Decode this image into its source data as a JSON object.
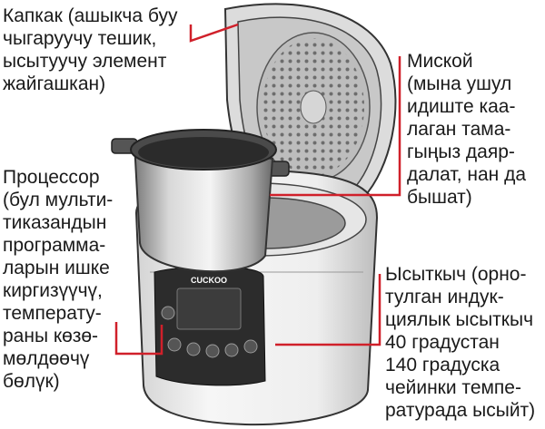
{
  "labels": {
    "lid": "Капкак (ашыкча буу\nчыгаруучу тешик,\nысытуучу элемент\nжайгашкан)",
    "bowl": "Миской\n(мына ушул\nидиште каа-\nлаган тама-\nгыңыз даяр-\nдалат, нан да\nбышат)",
    "processor": "Процессор\n(бул мульти-\nтиказандын\nпрограмма-\nларын ишке\nкиргизүүчү,\nтемперату-\nраны көзө-\nмөлдөөчү\nбөлүк)",
    "heater": "Ысыткыч (орно-\nтулган индук-\nциялык ысыткыч\n40 градустан\n140 градуска\nчейинки темпе-\nратурада ысыйт)"
  },
  "device": {
    "brand": "CUCKOO"
  },
  "colors": {
    "callout": "#d0202a",
    "text": "#1a1a1a",
    "body": "#f2f2f2",
    "outline": "#333333"
  }
}
